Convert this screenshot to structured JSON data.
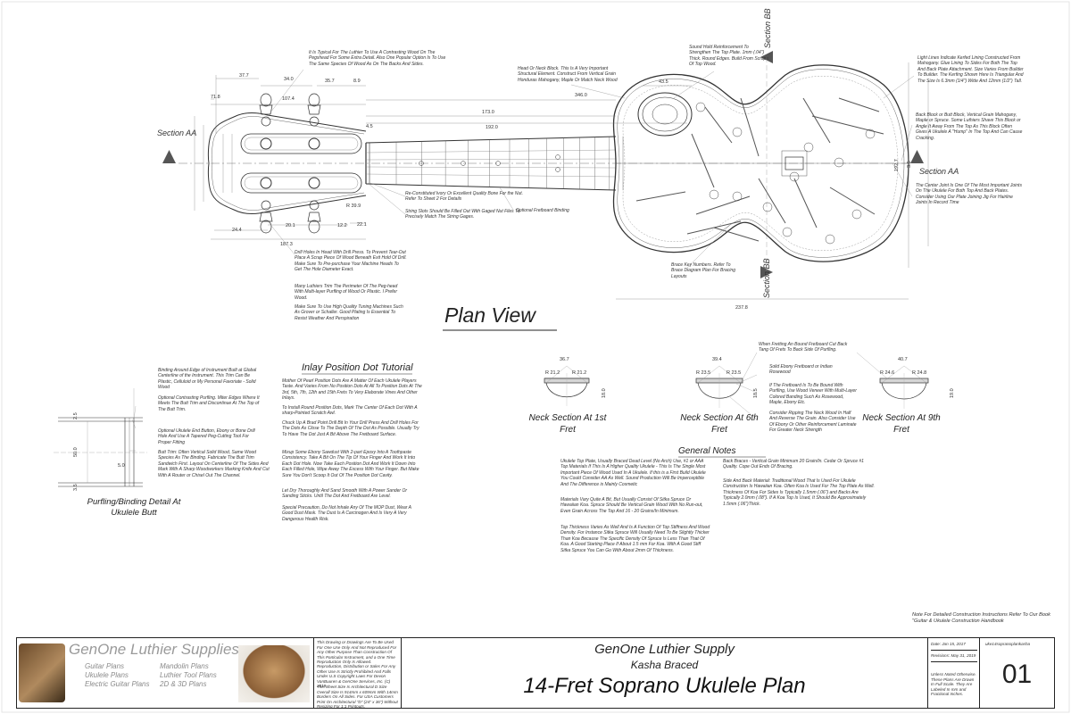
{
  "section_aa": "Section AA",
  "section_bb": "Section BB",
  "plan_view": "Plan View",
  "dims": {
    "d37_7": "37.7",
    "d34_0": "34.0",
    "d35_7": "35.7",
    "d8_9": "8.9",
    "d107_4": "107.4",
    "d71_8": "71.8",
    "d173_0": "173.0",
    "d192_0": "192.0",
    "d346_0": "346.0",
    "d43_5": "43.5",
    "d237_8": "237.8",
    "d187_3": "187.3",
    "d24_4": "24.4",
    "d20_1": "20.1",
    "d12_2": "12.2",
    "d22_1": "22.1",
    "d4_5": "4.5",
    "r39_9": "R 39.9",
    "d192_7": "192.7",
    "d3_5": "3.5",
    "d36_7": "36.7",
    "d39_4": "39.4",
    "d40_7": "40.7",
    "r21a": "R 21.2",
    "r21b": "R 21.2",
    "r23a": "R 23.5",
    "r23b": "R 23.5",
    "r24a": "R 24.6",
    "r24b": "R 24.8",
    "h18_0": "18.0",
    "h18_5": "18.5",
    "h19_0": "19.0",
    "p2_5": "2.5",
    "p50_0": "50.0",
    "p5_0": "5.0",
    "p3_5": "3.5"
  },
  "notes": {
    "headstock_wood": "It Is Typical For The Luthier To Use A Contrasting Wood On The Pegshead For Some Extra Detail. Also One Popular Option Is To Use The Same Species Of Wood As On The Backs And Sides.",
    "head_block": "Head Or Neck Block. This Is A Very Important Structural Element. Construct From Vertical Grain Honduras Mahogany, Maple Or Match Neck Wood",
    "sound_hole": "Sound Hold Reinforcement To Strengthen The Top Plate. 1mm (.04\") Thick. Round Edges. Build From Scraps Of Top Wood.",
    "kerfing": "Light Lines Indicate Kerfed Lining Constructed From Mahogany. Glue Lining To Sides For Both The Top And Back Plate Attachment. Size Varies From Builder To Builder. The Kerfing Shown Here Is Triangular And The Size Is 6.3mm (1/4\") Wide And 12mm (1/2\") Tall.",
    "butt_block": "Back Block or Butt Block, Vertical Grain Mahogany, Maple or Spruce. Some Luthiers Shave This Block or Angle It Away From The Top As This Block Often Gives A Ukulele A \"Hump\" In The Top And Can Cause Cracking.",
    "center_joint": "The Center Joint Is One Of The Most Important Joints On The Ukulele For Both Top And Back Plates. Consider Using Our Plate Joining Jig For Hairline Joints In Record Time",
    "nut": "Re-Constituted Ivory Or Excellent Quality Bone For the Nut. Refer To Sheet 2 For Details",
    "string_slots": "String Slots Should Be Filled Out With Gaged Nut Files To Precisely Match The String Gages.",
    "fretboard_binding": "Optional Fretboard Binding",
    "drill": "Drill Holes In Head With Drill Press. To Prevent Tear-Out Place A Scrap Piece Of Wood Beneath Exit Hold Of Drill. Make Sure To Pre-purchase Your Machine Heads To Get The Hole Diameter Exact.",
    "purfling_trim": "Many Luthiers Trim The Perimeter Of The Peg-head With Multi-layer Purfling of Wood Or Plastic. I Prefer Wood.",
    "tuners": "Make Sure To Use High Quality Tuning Machines Such As Grover or Schaller. Good Plating Is Essential To Resist Weather And Perspiration",
    "brace_key": "Brace Key Numbers. Refer To Brace Diagram Plan For Bracing Layouts",
    "binding": "Binding Around Edge of Instrument Built at Global Centerline of the Instrument. This Trim Can Be Plastic, Celluloid or My Personal Favoriate - Solid Wood",
    "purfling_opt": "Optional Contrasting Purfling. Miter Edges Where It Meets The Butt Trim and Discontinue At The Top of The Butt Trim.",
    "end_button": "Optional Ukulele End Button, Ebony or Bone Drill Hole And Use A Tapered Peg-Cutting Tool For Proper Fitting",
    "butt_trim": "Butt Trim: Often Vertical Solid Wood, Same Wood Species As The Binding. Fabricate The Butt Trim Sandwich First. Layout On Centerline Of The Sides And Mark With A Sharp Woodworkers Marking Knife And Cut With A Router or Chisel Out The Channel.",
    "bound_fretboard": "When Fretting An Bound Fretboard Cut Back Tang Of Frets To Back Side Of Purfling.",
    "ebony": "Solid Ebony Fretboard or Indian Rosewood",
    "bound_veneer": "If The Fretboard Is To Be Bound With Purfling, Use Wood Veneer With Multi-Layer Colored Banding Such As Rosewood, Maple, Ebony Etc.",
    "ripping": "Consider Ripping The Neck Wood In Half And Reverse The Grain. Also Consider Use Of Ebony Or Other Reinforcement Laminate For Greater Neck Strength"
  },
  "inlay": {
    "title": "Inlay Position Dot Tutorial",
    "p1": "Mother Of Pearl Position Dots Are A Matter Of Each Ukulele Players Taste. And Varies From No Position Dots At All To Position Dots At The 3rd, 5th, 7th, 12th and 15th Frets To Very Elaborate Vines And Other Inlays.",
    "p2": "To Install Round Position Dots, Mark The Center Of Each Dot With A sharp-Pointed Scratch Awl.",
    "p3": "Chuck Up A Brad Point Drill Bit In Your Drill Press And Drill Holes For The Dots As Close To The Depth Of The Dot As Possible. Usually Try To Have The Dot Just A Bit Above The Fretboard Surface.",
    "p4": "Mixup Some Ebony Sawdust With 2-part Epoxy Into A Toothpaste Consistency. Take A Bit On The Tip Of Your Finger And Work It Into Each Dot Hole. Now Take Each Position Dot And Work It Down Into Each Filled Hole, Wipe Away The Excess With Your Finger. But Make Sure You Don't Scoop It Out Of The Position Dot Cavity.",
    "p5": "Let Dry Thoroughly And Sand Smooth With A Power Sander Or Sanding Sticks. Until The Dot And Fretboard Are Level.",
    "p6": "Special Precaution, Do Not Inhale Any Of The MOP Dust, Wear A Good Dust Mask. The Dust Is A Carcinogen And Is Very A Very Dangerous Health Risk."
  },
  "neck_sections": [
    "Neck Section At 1st Fret",
    "Neck Section At 6th Fret",
    "Neck Section At 9th Fret"
  ],
  "purfling_detail": "Purfling/Binding Detail At Ukulele Butt",
  "general_notes": {
    "title": "General Notes",
    "p1": "Ukulele Top Plate, Usually Braced Dead Level (No Arch) Use, #1 or AAA Top Materials If This Is A Higher Quality Ukulele - This Is The Single Most Important Piece Of Wood Used In A Ukulele. If this is a First Build Ukulele You Could Consider AA As Well. Sound Production Will Be Imperceptible And The Difference is Mainly Cosmetic",
    "p2": "Materials Vary Quite A Bit, But Usually Consist Of Sitka Spruce Or Hawaiian Koa. Spruce Should Be Vertical Grain Wood With No Run-out, Even Grain Across The Top And 16 - 20 Grains/In Minimum.",
    "p3": "Top Thickness Varies As Well And Is A Function Of Top Stiffness And Wood Density. For Instance Sitka Spruce Will Usually Need To Be Slightly Thicker Than Koa Because The Specific Density Of Spruce Is Less Than That Of Koa. A Good Starting Place If About 1.5 mm For Koa. With A Good Stiff Sitka Spruce You Can Go With About 2mm Of Thickness.",
    "p4": "Back Braces - Vertical Grain Minimum 20 Grain/In. Cedar Or Spruce #1 Quality. Cope Out Ends Of Bracing.",
    "p5": "Side And Back Material: Traditional Wood That Is Used For Ukulele Construction Is Hawaiian Koa. Often Koa Is Used For The Top Plate As Well. Thickness Of Koa For Sides Is Typically 1.5mm (.06\") and Backs Are Typically 2.0mm (.08\"). If A Koa Top Is Used, It Should Be Approximately 1.5mm (.06\")Thick."
  },
  "book_note": "Note For Detailed Construction Instructions Refer To Our Book \"Guitar & Ukulele Construction Handbook",
  "title_block": {
    "company_logo": "GenOne Luthier Supplies",
    "plans": [
      "Guitar Plans",
      "Ukulele Plans",
      "Electric Guitar Plans",
      "Mandolin Plans",
      "Luthier Tool Plans",
      "2D & 3D Plans"
    ],
    "disclaimer1": "This Drawing or Drawings Are To Be Used For One Use Only And Not Reproduced For Any Other Purpose Than Construction Of This Particular Instrument, and a One Time Reproduction Only Is Allowed.",
    "disclaimer2": "Reproduction, Distribution or Sales For Any Other Use Is Strictly Prohibited And Falls Under U.S Copyright Laws For Devon VanBuuren & GenOne Services, Inc. (C) 2019.",
    "disclaimer3": "This Sheet Size Is Architectural D Size Overall Size Is 914mm x 609mm With 14mm Borders On All Sides. For USA Customers Print On Architectural \"D\" (24\" x 36\") Without Resizing For 1:1 Printouts.",
    "company": "GenOne Luthier Supply",
    "subtitle": "Kasha Braced",
    "title": "14-Fret Soprano Ukulele Plan",
    "date": "Date: Jan 15, 2017",
    "revision": "Revisions: May 31, 2019",
    "file": "uke14sopranoplankasha",
    "units": "Unless Noted Otherwise. These Plans Are Drawn In Full Scale. They Are Labeled In mm and Fractional Inches.",
    "sheet": "01"
  }
}
